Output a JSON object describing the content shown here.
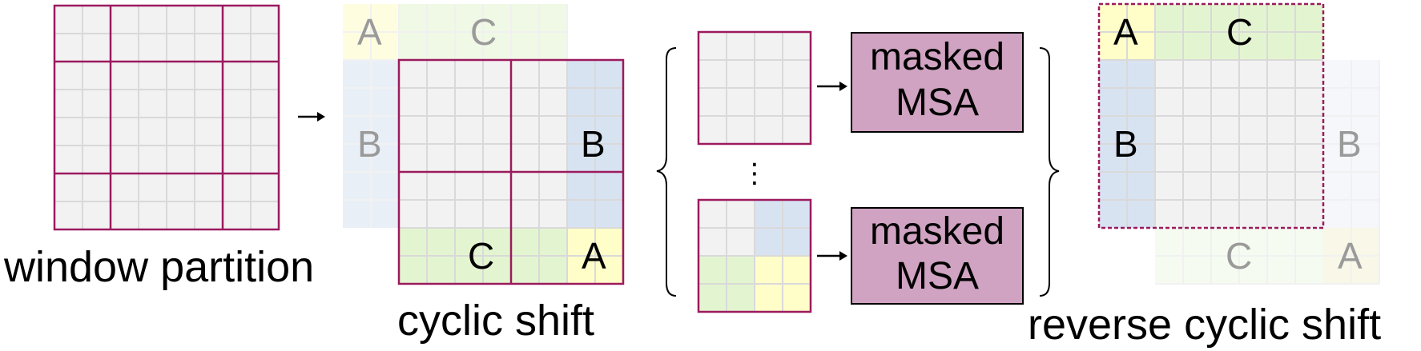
{
  "stages": {
    "partition": {
      "caption": "window partition"
    },
    "shift": {
      "caption": "cyclic shift",
      "regions": {
        "a": "A",
        "b": "B",
        "c": "C"
      },
      "faded": {
        "a": "A",
        "b": "B",
        "c": "C"
      }
    },
    "attention": {
      "top_box": {
        "line1": "masked",
        "line2": "MSA"
      },
      "bottom_box": {
        "line1": "masked",
        "line2": "MSA"
      },
      "ellipsis": "⋮"
    },
    "reverse": {
      "caption": "reverse cyclic shift",
      "regions": {
        "a": "A",
        "b": "B",
        "c": "C"
      },
      "faded": {
        "a": "A",
        "b": "B",
        "c": "C"
      }
    }
  },
  "colors": {
    "window_border": "#9c1a5e",
    "cell_fill": "#f2f2f2",
    "grid_line": "#d9d9d9",
    "region_a": "#fffdc8",
    "region_b": "#d8e3f2",
    "region_c": "#e3f5d0",
    "msa_fill": "#cfa3c1"
  }
}
